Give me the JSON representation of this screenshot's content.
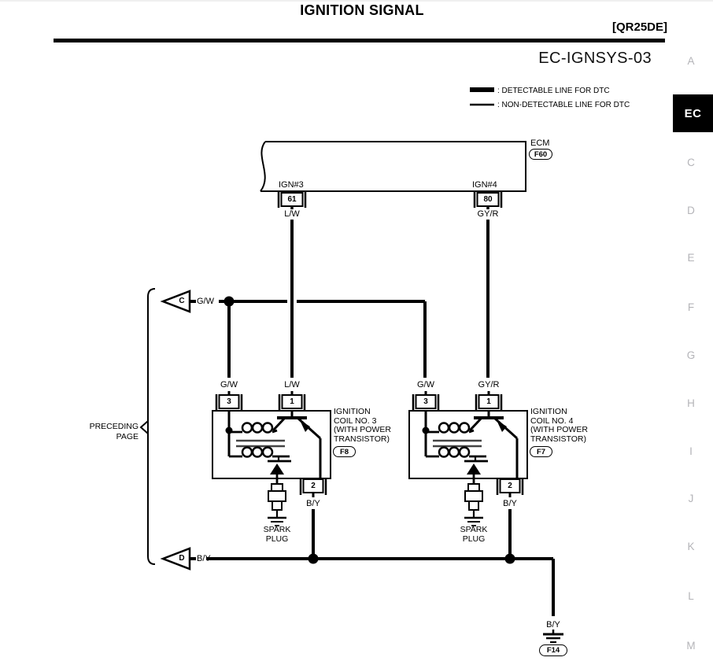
{
  "header": {
    "title": "IGNITION SIGNAL",
    "engine_code": "[QR25DE]",
    "page_code": "EC-IGNSYS-03"
  },
  "legend": {
    "detectable": ": DETECTABLE LINE FOR DTC",
    "non_detectable": ": NON-DETECTABLE LINE FOR DTC"
  },
  "side_nav": {
    "active": "EC",
    "letters": [
      "A",
      "C",
      "D",
      "E",
      "F",
      "G",
      "H",
      "I",
      "J",
      "K",
      "L",
      "M"
    ]
  },
  "ecm": {
    "label": "ECM",
    "connector": "F60",
    "ign3": {
      "name": "IGN#3",
      "terminal": "61",
      "wire": "L/W"
    },
    "ign4": {
      "name": "IGN#4",
      "terminal": "80",
      "wire": "GY/R"
    }
  },
  "branches": {
    "c": {
      "letter": "C",
      "wire": "G/W"
    },
    "d": {
      "letter": "D",
      "wire": "B/Y"
    }
  },
  "preceding_page": {
    "line1": "PRECEDING",
    "line2": "PAGE"
  },
  "coils": [
    {
      "pin3": "3",
      "pin1": "1",
      "pin2": "2",
      "pin3_wire": "G/W",
      "pin1_wire": "L/W",
      "pin2_wire": "B/Y",
      "name_l1": "IGNITION",
      "name_l2": "COIL NO. 3",
      "name_l3": "(WITH POWER",
      "name_l4": "TRANSISTOR)",
      "connector": "F8",
      "spark_l1": "SPARK",
      "spark_l2": "PLUG"
    },
    {
      "pin3": "3",
      "pin1": "1",
      "pin2": "2",
      "pin3_wire": "G/W",
      "pin1_wire": "GY/R",
      "pin2_wire": "B/Y",
      "name_l1": "IGNITION",
      "name_l2": "COIL NO. 4",
      "name_l3": "(WITH POWER",
      "name_l4": "TRANSISTOR)",
      "connector": "F7",
      "spark_l1": "SPARK",
      "spark_l2": "PLUG"
    }
  ],
  "ground": {
    "wire": "B/Y",
    "connector": "F14"
  },
  "colors": {
    "line": "#000000",
    "inactive_tab_text": "#b4b4b8",
    "active_tab_bg": "#000000",
    "active_tab_text": "#ffffff"
  }
}
